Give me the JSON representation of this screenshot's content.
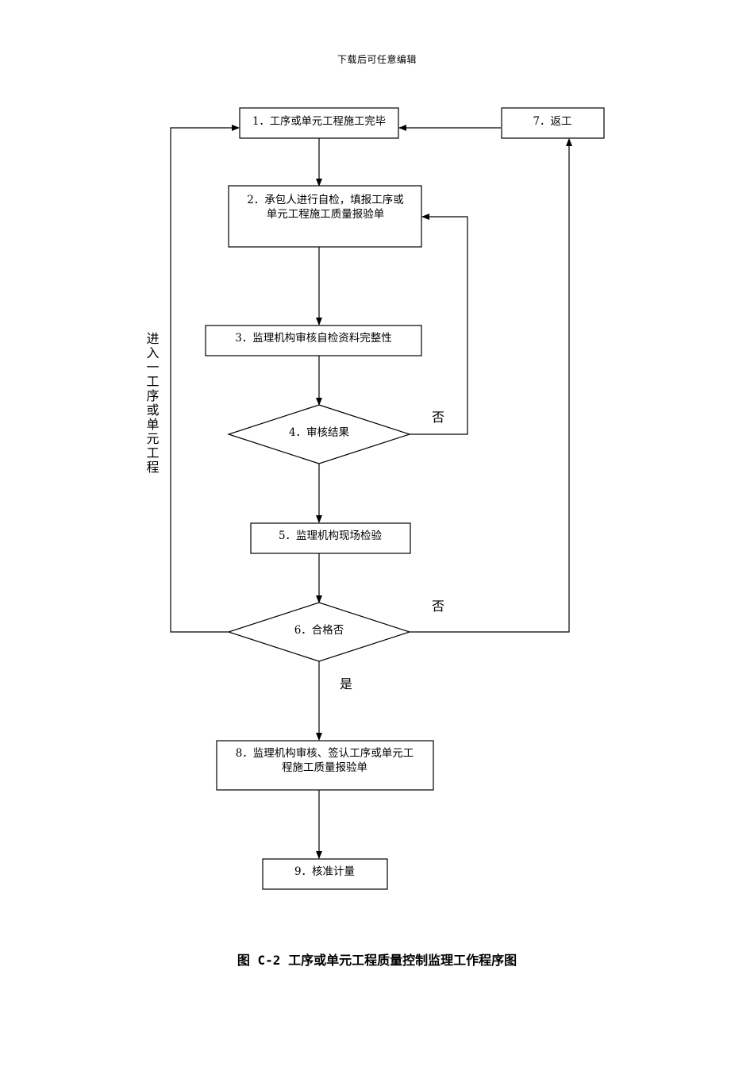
{
  "header": {
    "text": "下载后可任意编辑"
  },
  "nodes": {
    "n1": "1．工序或单元工程施工完毕",
    "n2_l1": "2．承包人进行自检，填报工序或",
    "n2_l2": "单元工程施工质量报验单",
    "n3": "3．监理机构审核自检资料完整性",
    "n4": "4．审核结果",
    "n5": "5．监理机构现场检验",
    "n6": "6．合格否",
    "n7": "7．返工",
    "n8_l1": "8．监理机构审核、签认工序或单元工",
    "n8_l2": "程施工质量报验单",
    "n9": "9．核准计量"
  },
  "edge_labels": {
    "no_review": "否",
    "no_pass": "否",
    "yes_pass": "是",
    "next_process": "进入一工序或单元工程"
  },
  "caption": {
    "text": "图 C-2  工序或单元工程质量控制监理工作程序图"
  }
}
